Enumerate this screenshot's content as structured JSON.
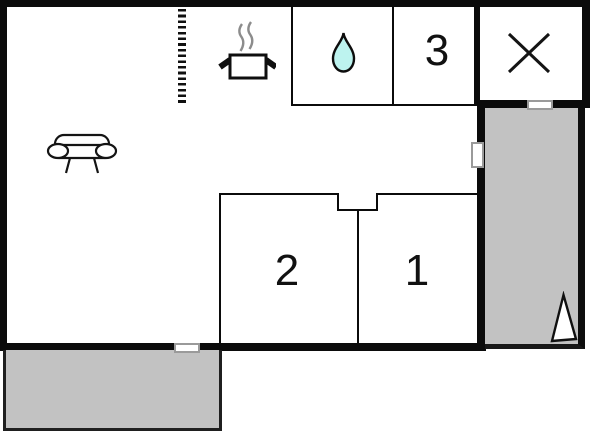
{
  "floorplan": {
    "type": "apartment-floor-plan",
    "rooms": [
      {
        "id": "room-1",
        "label": "1"
      },
      {
        "id": "room-2",
        "label": "2"
      },
      {
        "id": "room-3",
        "label": "3"
      }
    ],
    "icons": [
      {
        "name": "sofa-icon"
      },
      {
        "name": "cooking-pot-icon"
      },
      {
        "name": "water-drop-icon"
      },
      {
        "name": "x-mark-icon"
      },
      {
        "name": "north-arrow-icon"
      }
    ],
    "outdoor_areas": [
      {
        "id": "terrace-right"
      },
      {
        "id": "terrace-bottom-left"
      }
    ],
    "door_window_markers": 3,
    "colors": {
      "wall": "#0b0b0b",
      "terrace_fill": "#c2c2c2",
      "water_drop_fill": "#bdf3ef",
      "steam": "#8c8c8c",
      "marker_border": "#9a9a9a",
      "background": "#ffffff"
    }
  }
}
